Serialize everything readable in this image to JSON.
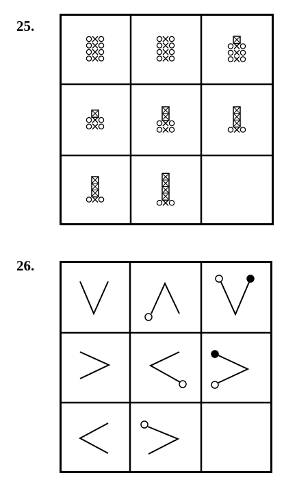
{
  "problems": [
    {
      "number": "25."
    },
    {
      "number": "26."
    }
  ],
  "icons": {
    "circle": "open-circle",
    "cross": "x-mark",
    "boxed_cross": "square-with-x",
    "dot": "filled-circle"
  },
  "colors": {
    "ink": "#000000",
    "paper": "#ffffff"
  }
}
